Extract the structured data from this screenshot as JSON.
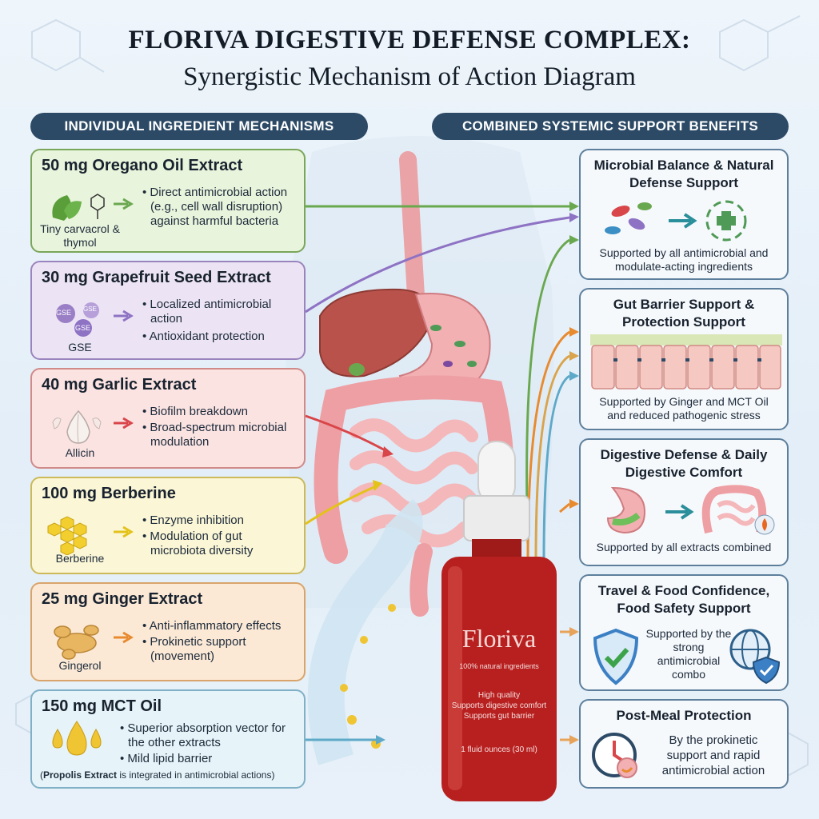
{
  "title": {
    "line1": "FLORIVA DIGESTIVE DEFENSE COMPLEX:",
    "line2": "Synergistic Mechanism of Action Diagram"
  },
  "sections": {
    "left": "INDIVIDUAL INGREDIENT MECHANISMS",
    "right": "COMBINED SYSTEMIC SUPPORT BENEFITS"
  },
  "ingredients": [
    {
      "title": "50 mg Oregano Oil Extract",
      "caption": "Tiny carvacrol & thymol",
      "bullets": [
        "Direct antimicrobial action (e.g., cell wall disruption) against harmful bacteria"
      ],
      "color": "#e9f4dc",
      "border": "#7aa65a",
      "arrow": "#6aa84f"
    },
    {
      "title": "30 mg Grapefruit Seed Extract",
      "caption": "GSE",
      "bullets": [
        "Localized antimicrobial action",
        "Antioxidant protection"
      ],
      "color": "#ece4f4",
      "border": "#9a84bd",
      "arrow": "#8e72c4",
      "icon_labels": [
        "GSE",
        "GSE",
        "GSE"
      ]
    },
    {
      "title": "40 mg Garlic Extract",
      "caption": "Allicin",
      "bullets": [
        "Biofilm breakdown",
        "Broad-spectrum microbial modulation"
      ],
      "color": "#fbe3e2",
      "border": "#d08a88",
      "arrow": "#d9464a"
    },
    {
      "title": "100 mg Berberine",
      "caption": "Berberine",
      "bullets": [
        "Enzyme inhibition",
        "Modulation of gut microbiota diversity"
      ],
      "color": "#fbf6d6",
      "border": "#cbb95a",
      "arrow": "#e3c21a"
    },
    {
      "title": "25 mg Ginger Extract",
      "caption": "Gingerol",
      "bullets": [
        "Anti-inflammatory effects",
        "Prokinetic support (movement)"
      ],
      "color": "#fbe9d6",
      "border": "#d9a46b",
      "arrow": "#e88a2e"
    },
    {
      "title": "150 mg MCT Oil",
      "caption": "",
      "bullets": [
        "Superior absorption vector for the other extracts",
        "Mild lipid barrier"
      ],
      "color": "#e6f3f8",
      "border": "#7fb0c6",
      "arrow": "#5ea9c8"
    }
  ],
  "footnote": {
    "bold": "Propolis Extract",
    "rest": " is integrated in antimicrobial actions)",
    "open": "("
  },
  "benefits": [
    {
      "title": "Microbial Balance & Natural Defense Support",
      "text": "Supported by all antimicrobial and modulate-acting ingredients"
    },
    {
      "title": "Gut Barrier Support & Protection Support",
      "text": "Supported by Ginger and MCT Oil and reduced pathogenic stress"
    },
    {
      "title": "Digestive Defense & Daily Digestive Comfort",
      "text": "Supported by all extracts combined"
    },
    {
      "title": "Travel & Food Confidence, Food Safety Support",
      "text": "Supported by the strong antimicrobial combo"
    },
    {
      "title": "Post-Meal Protection",
      "text": "By the prokinetic support and rapid antimicrobial action"
    }
  ],
  "bottle": {
    "brand": "Floriva",
    "tagline": "100% natural ingredients",
    "claims": [
      "High quality",
      "Supports digestive comfort",
      "Supports gut barrier"
    ],
    "volume": "1 fluid ounces (30 ml)",
    "glass_color": "#b8201f",
    "cap_color": "#f4f4f4"
  },
  "colors": {
    "section_header": "#2c4a66",
    "card_border": "#5d7f9c"
  }
}
